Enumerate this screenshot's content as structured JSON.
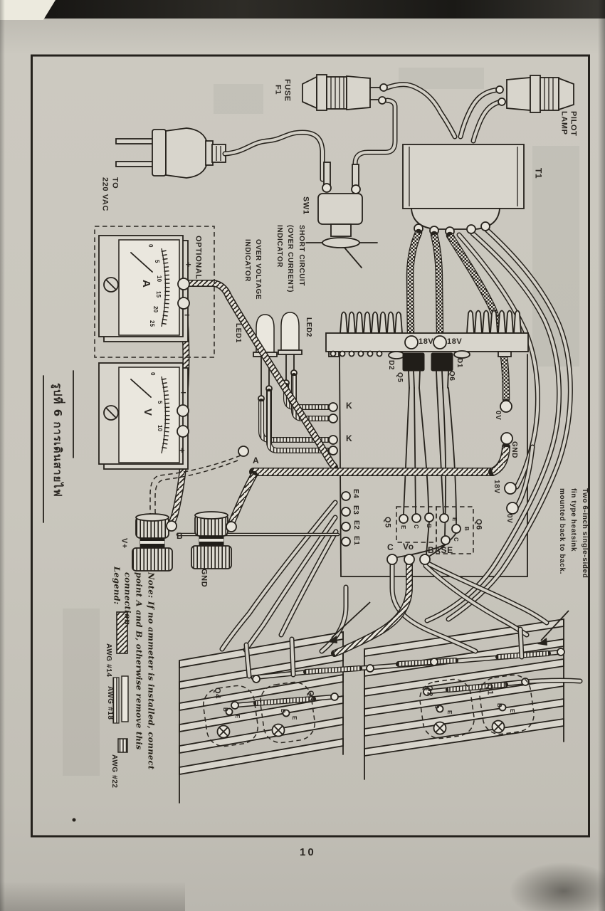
{
  "page": {
    "number": "10"
  },
  "caption": {
    "thai": "รูปที่ 6 การเดินสายไฟ"
  },
  "power": {
    "plug_label_line1": "TO",
    "plug_label_line2": "220 VAC",
    "fuse_line1": "FUSE",
    "fuse_line2": "F1",
    "switch": "SW1",
    "transformer": "T1",
    "pilot_line1": "PILOT",
    "pilot_line2": "LAMP"
  },
  "meters": {
    "optional": "OPTIONAL",
    "ammeter": {
      "letter": "A",
      "scale": [
        "0",
        "5",
        "10",
        "15",
        "20",
        "25"
      ],
      "plus": "+",
      "minus": "−"
    },
    "voltmeter": {
      "letter": "V",
      "scale": [
        "0",
        "5",
        "10"
      ],
      "plus": "+",
      "minus": "−"
    },
    "point_a": "A",
    "point_b": "B"
  },
  "indicators": {
    "short_circuit": [
      "SHORT CIRCUIT",
      "(OVER CURRENT)",
      "INDICATOR"
    ],
    "over_voltage": [
      "OVER VOLTAGE",
      "INDICATOR"
    ],
    "led1": "LED1",
    "led2": "LED2",
    "k_top": "K",
    "k_bottom": "K"
  },
  "board": {
    "rail_18v_left": "18V",
    "rail_18v_right": "18V",
    "d2": "D2",
    "q5": "Q5",
    "d1": "D1",
    "q6": "Q6",
    "ov_top": "0V",
    "gnd": "GND",
    "v18": "18V",
    "ov_bottom": "0V",
    "e_terminals": [
      "E4",
      "E3",
      "E2",
      "E1"
    ],
    "q5_pads": {
      "label": "Q5",
      "pins": [
        "E",
        "C",
        "B"
      ]
    },
    "q6_pads": {
      "label": "Q6",
      "pins": [
        "E",
        "B",
        "C"
      ]
    },
    "c_term": "C",
    "vo_term": "Vo",
    "base_term": "BASE"
  },
  "posts": {
    "v_plus": "V+",
    "gnd": "GND"
  },
  "output": {
    "q4": "Q4",
    "q3": "Q3",
    "q2": "Q2",
    "q1": "Q1",
    "pin_b": "B",
    "pin_e": "E"
  },
  "notes": {
    "heatsink": [
      "Two 6-inch single-sided",
      "fin type heatsink",
      "mounted back to back."
    ],
    "ammeter_note": [
      "Note: If no ammeter is installed, connect",
      "point A and B, otherwise remove this",
      "connection."
    ],
    "legend_title": "Legend:",
    "legend": [
      "AWG #14",
      "AWG #18",
      "AWG #22"
    ]
  },
  "colors": {
    "paper": "#c9c6bd",
    "ink": "#26221c",
    "frame": "#24211c"
  }
}
